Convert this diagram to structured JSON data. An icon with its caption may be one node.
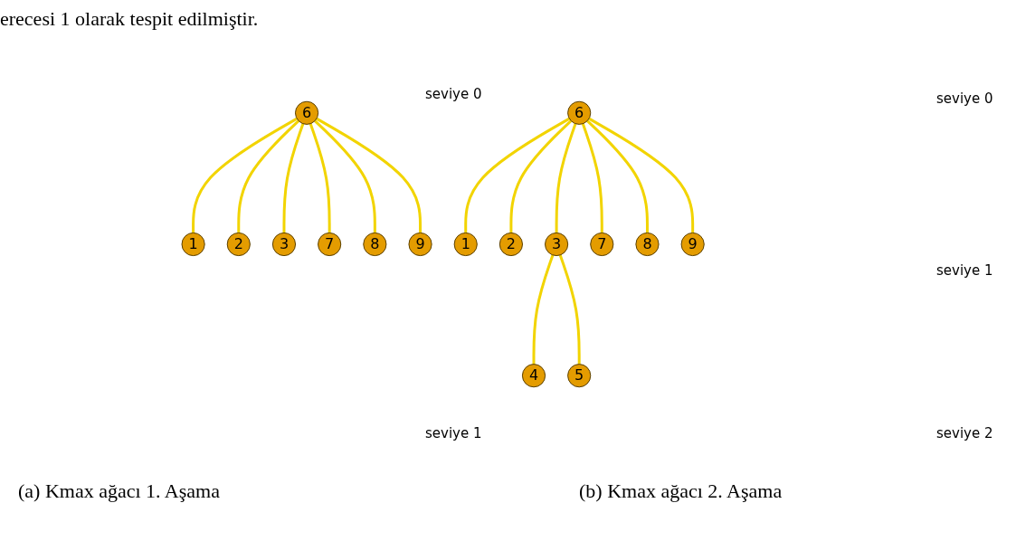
{
  "diagram": {
    "nodes": [
      {
        "text": [
          "6"
        ]
      },
      {
        "text": [
          "1"
        ]
      },
      {
        "text": [
          "2"
        ]
      },
      {
        "text": [
          "3"
        ]
      },
      {
        "text": [
          "7"
        ]
      },
      {
        "text": [
          "8"
        ]
      },
      {
        "text": [
          "9"
        ]
      },
      {
        "text": [
          "6"
        ]
      },
      {
        "text": [
          "1"
        ]
      },
      {
        "text": [
          "2"
        ]
      },
      {
        "text": [
          "3"
        ]
      },
      {
        "text": [
          "7"
        ]
      },
      {
        "text": [
          "8"
        ]
      },
      {
        "text": [
          "9"
        ]
      },
      {
        "text": [
          "4"
        ]
      },
      {
        "text": [
          "5"
        ]
      }
    ],
    "edges": [
      {
        "from": 0,
        "to": 1,
        "arrow": "none"
      },
      {
        "from": 0,
        "to": 2,
        "arrow": "none"
      },
      {
        "from": 0,
        "to": 3,
        "arrow": "none"
      },
      {
        "from": 0,
        "to": 4,
        "arrow": "none"
      },
      {
        "from": 0,
        "to": 5,
        "arrow": "none"
      },
      {
        "from": 0,
        "to": 6,
        "arrow": "none"
      },
      {
        "from": 7,
        "to": 8,
        "arrow": "none"
      },
      {
        "from": 7,
        "to": 9,
        "arrow": "none"
      },
      {
        "from": 7,
        "to": 10,
        "arrow": "none"
      },
      {
        "from": 7,
        "to": 11,
        "arrow": "none"
      },
      {
        "from": 7,
        "to": 12,
        "arrow": "none"
      },
      {
        "from": 7,
        "to": 13,
        "arrow": "none"
      },
      {
        "from": 10,
        "to": 14,
        "arrow": "none"
      },
      {
        "from": 10,
        "to": 15,
        "arrow": "none"
      }
    ],
    "labels": [
      "erecesi 1 olarak tespit edilmiştir.",
      "seviye 0",
      "seviye 1",
      "seviye 0",
      "seviye 1",
      "seviye 2",
      "(a) Kmax ağacı 1. Aşama",
      "(b) Kmax ağacı 2. Aşama"
    ]
  }
}
